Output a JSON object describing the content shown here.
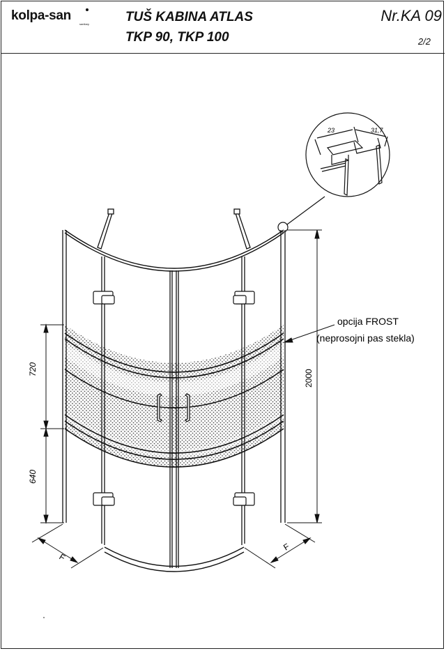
{
  "header": {
    "logo_text": "kolpa-san",
    "logo_sub": "sanitary",
    "title_line1": "TUŠ KABINA ATLAS",
    "title_line2": "TKP 90, TKP 100",
    "doc_number": "Nr.KA 09",
    "page": "2/2"
  },
  "drawing": {
    "detail_dim_a": "23",
    "detail_dim_b": "31,7",
    "dim_height_total": "2000",
    "dim_frost_band": "720",
    "dim_lower": "640",
    "dim_width_left": "F",
    "dim_width_right": "F",
    "note_line1": "opcija FROST",
    "note_line2": "(neprosojni pas stekla)"
  },
  "colors": {
    "line": "#111111",
    "frost_dots": "#333333"
  }
}
